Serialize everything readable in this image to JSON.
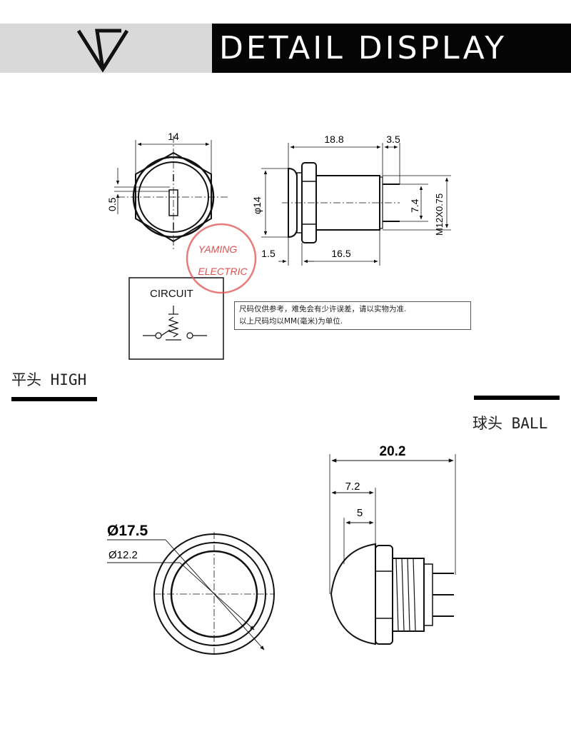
{
  "header": {
    "title": "DETAIL DISPLAY",
    "logo_icon": "triangle-v-logo-icon",
    "left_bg": "#d9d9d9",
    "right_bg": "#050505"
  },
  "top_drawing": {
    "front_width": "14",
    "front_offset": "0.5",
    "side_length_top": "18.8",
    "pin_length": "3.5",
    "diameter": "φ14",
    "pin_spacing": "7.4",
    "thread": "M12X0.75",
    "flange": "1.5",
    "body_length": "16.5",
    "watermark_line1": "YAMING",
    "watermark_line2": "ELECTRIC",
    "watermark_color": "#e05050",
    "circuit_label": "CIRCUIT",
    "note_line1": "尺码仅供参考，难免会有少许误差，请以实物为准.",
    "note_line2": "以上尺码均以MM(毫米)为单位."
  },
  "sections": {
    "high_label": "平头 HIGH",
    "ball_label": "球头 BALL"
  },
  "bottom_drawing": {
    "outer_diameter": "Ø17.5",
    "inner_diameter": "Ø12.2",
    "total_length": "20.2",
    "head_length": "7.2",
    "dome_length": "5"
  }
}
